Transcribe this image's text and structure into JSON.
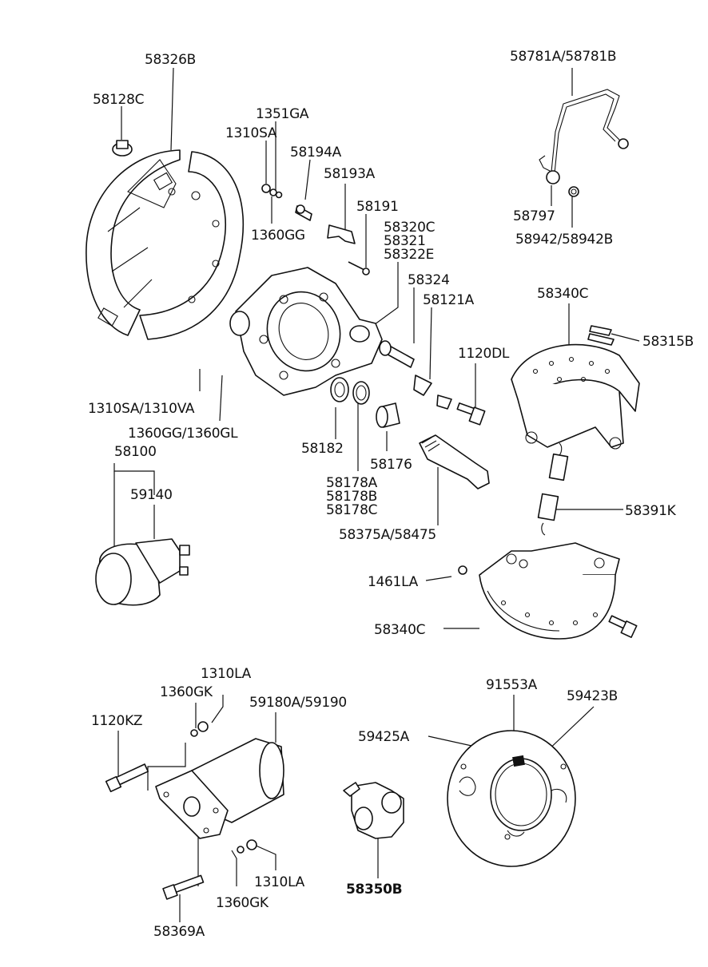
{
  "diagram": {
    "labels": {
      "l_58326B": "58326B",
      "l_58128C": "58128C",
      "l_1351GA": "1351GA",
      "l_1310SA": "1310SA",
      "l_58194A": "58194A",
      "l_58193A": "58193A",
      "l_58191": "58191",
      "l_1360GG": "1360GG",
      "l_58320C": "58320C",
      "l_58321": "58321",
      "l_58322E": "58322E",
      "l_58324": "58324",
      "l_58121A": "58121A",
      "l_58781": "58781A/58781B",
      "l_58797": "58797",
      "l_58942": "58942/58942B",
      "l_58340C_top": "58340C",
      "l_58315B": "58315B",
      "l_1120DL": "1120DL",
      "l_1310SA_VA": "1310SA/1310VA",
      "l_1360GG_GL": "1360GG/1360GL",
      "l_58100": "58100",
      "l_59140": "59140",
      "l_58182": "58182",
      "l_58176": "58176",
      "l_58178A": "58178A",
      "l_58178B": "58178B",
      "l_58178C": "58178C",
      "l_58375A": "58375A/58475",
      "l_58391K": "58391K",
      "l_1461LA": "1461LA",
      "l_58340C_bot": "58340C",
      "l_1310LA_top": "1310LA",
      "l_1360GK_top": "1360GK",
      "l_59180A": "59180A/59190",
      "l_1120KZ": "1120KZ",
      "l_91553A": "91553A",
      "l_59423B": "59423B",
      "l_59425A": "59425A",
      "l_58350B": "58350B",
      "l_1310LA_bot": "1310LA",
      "l_1360GK_bot": "1360GK",
      "l_58369A": "58369A"
    }
  }
}
